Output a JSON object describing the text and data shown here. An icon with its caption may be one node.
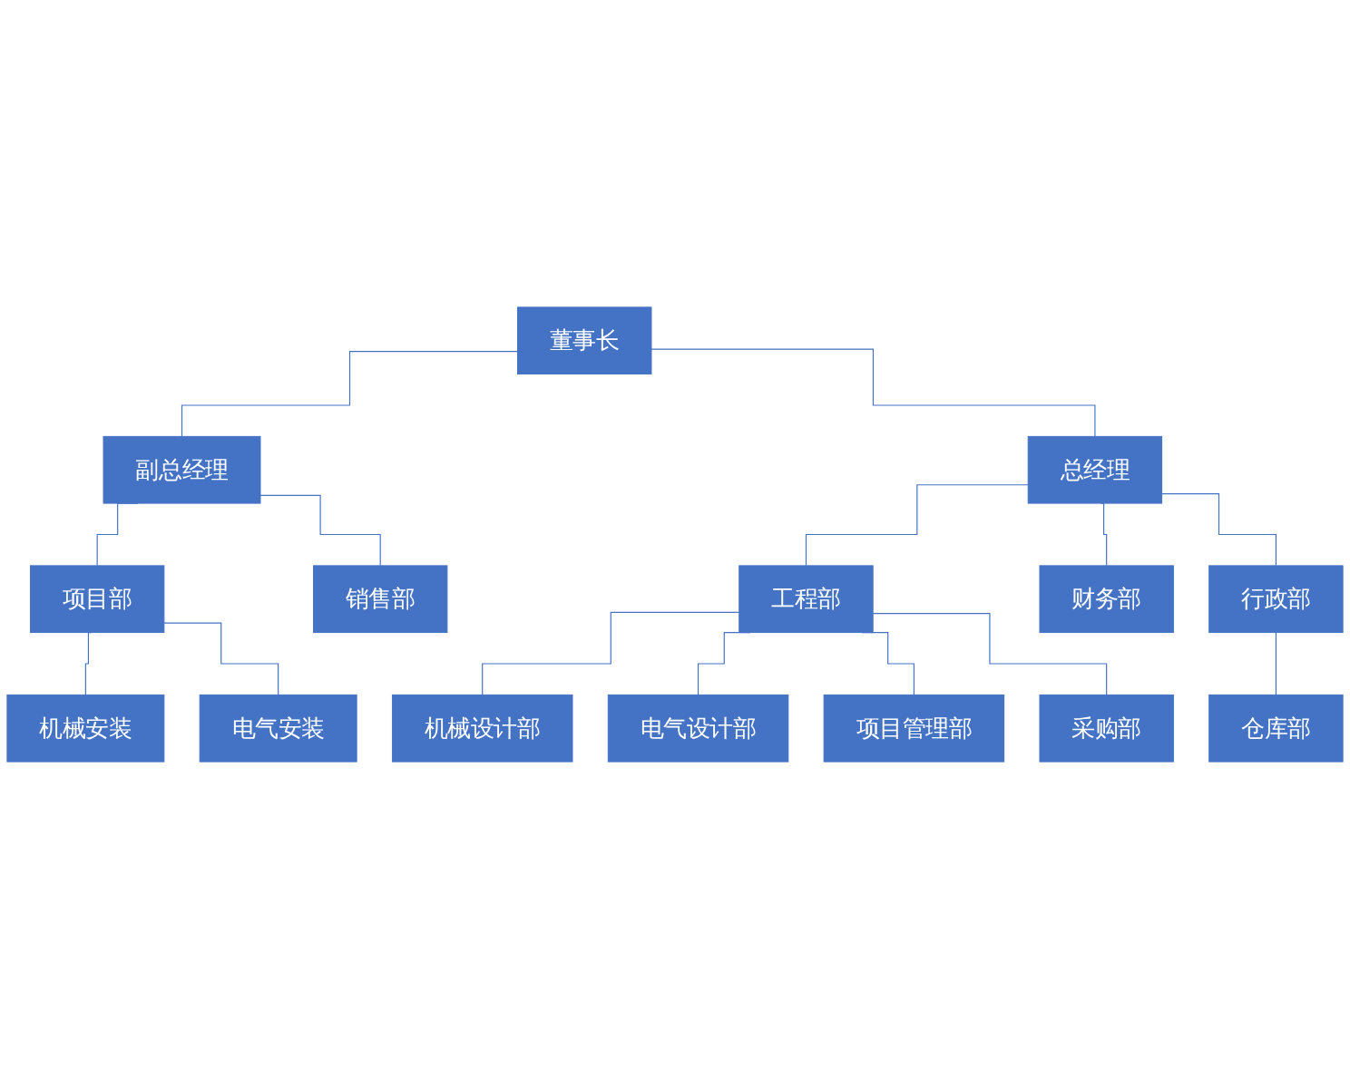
{
  "diagram": {
    "nodes": [
      {
        "text": [
          "董事长"
        ]
      },
      {
        "text": [
          "副总经理"
        ]
      },
      {
        "text": [
          "总经理"
        ]
      },
      {
        "text": [
          "项目部"
        ]
      },
      {
        "text": [
          "销售部"
        ]
      },
      {
        "text": [
          "工程部"
        ]
      },
      {
        "text": [
          "财务部"
        ]
      },
      {
        "text": [
          "行政部"
        ]
      },
      {
        "text": [
          "机械安装"
        ]
      },
      {
        "text": [
          "电气安装"
        ]
      },
      {
        "text": [
          "机械设计部"
        ]
      },
      {
        "text": [
          "电气设计部"
        ]
      },
      {
        "text": [
          "项目管理部"
        ]
      },
      {
        "text": [
          "采购部"
        ]
      },
      {
        "text": [
          "仓库部"
        ]
      }
    ],
    "edges": [
      {
        "from": 0,
        "to": 1,
        "arrow": "none"
      },
      {
        "from": 0,
        "to": 2,
        "arrow": "none"
      },
      {
        "from": 1,
        "to": 3,
        "arrow": "none"
      },
      {
        "from": 1,
        "to": 4,
        "arrow": "none"
      },
      {
        "from": 2,
        "to": 5,
        "arrow": "none"
      },
      {
        "from": 2,
        "to": 6,
        "arrow": "none"
      },
      {
        "from": 2,
        "to": 7,
        "arrow": "none"
      },
      {
        "from": 3,
        "to": 8,
        "arrow": "none"
      },
      {
        "from": 3,
        "to": 9,
        "arrow": "none"
      },
      {
        "from": 5,
        "to": 10,
        "arrow": "none"
      },
      {
        "from": 5,
        "to": 11,
        "arrow": "none"
      },
      {
        "from": 5,
        "to": 12,
        "arrow": "none"
      },
      {
        "from": 5,
        "to": 13,
        "arrow": "none"
      },
      {
        "from": 7,
        "to": 14,
        "arrow": "none"
      }
    ]
  }
}
